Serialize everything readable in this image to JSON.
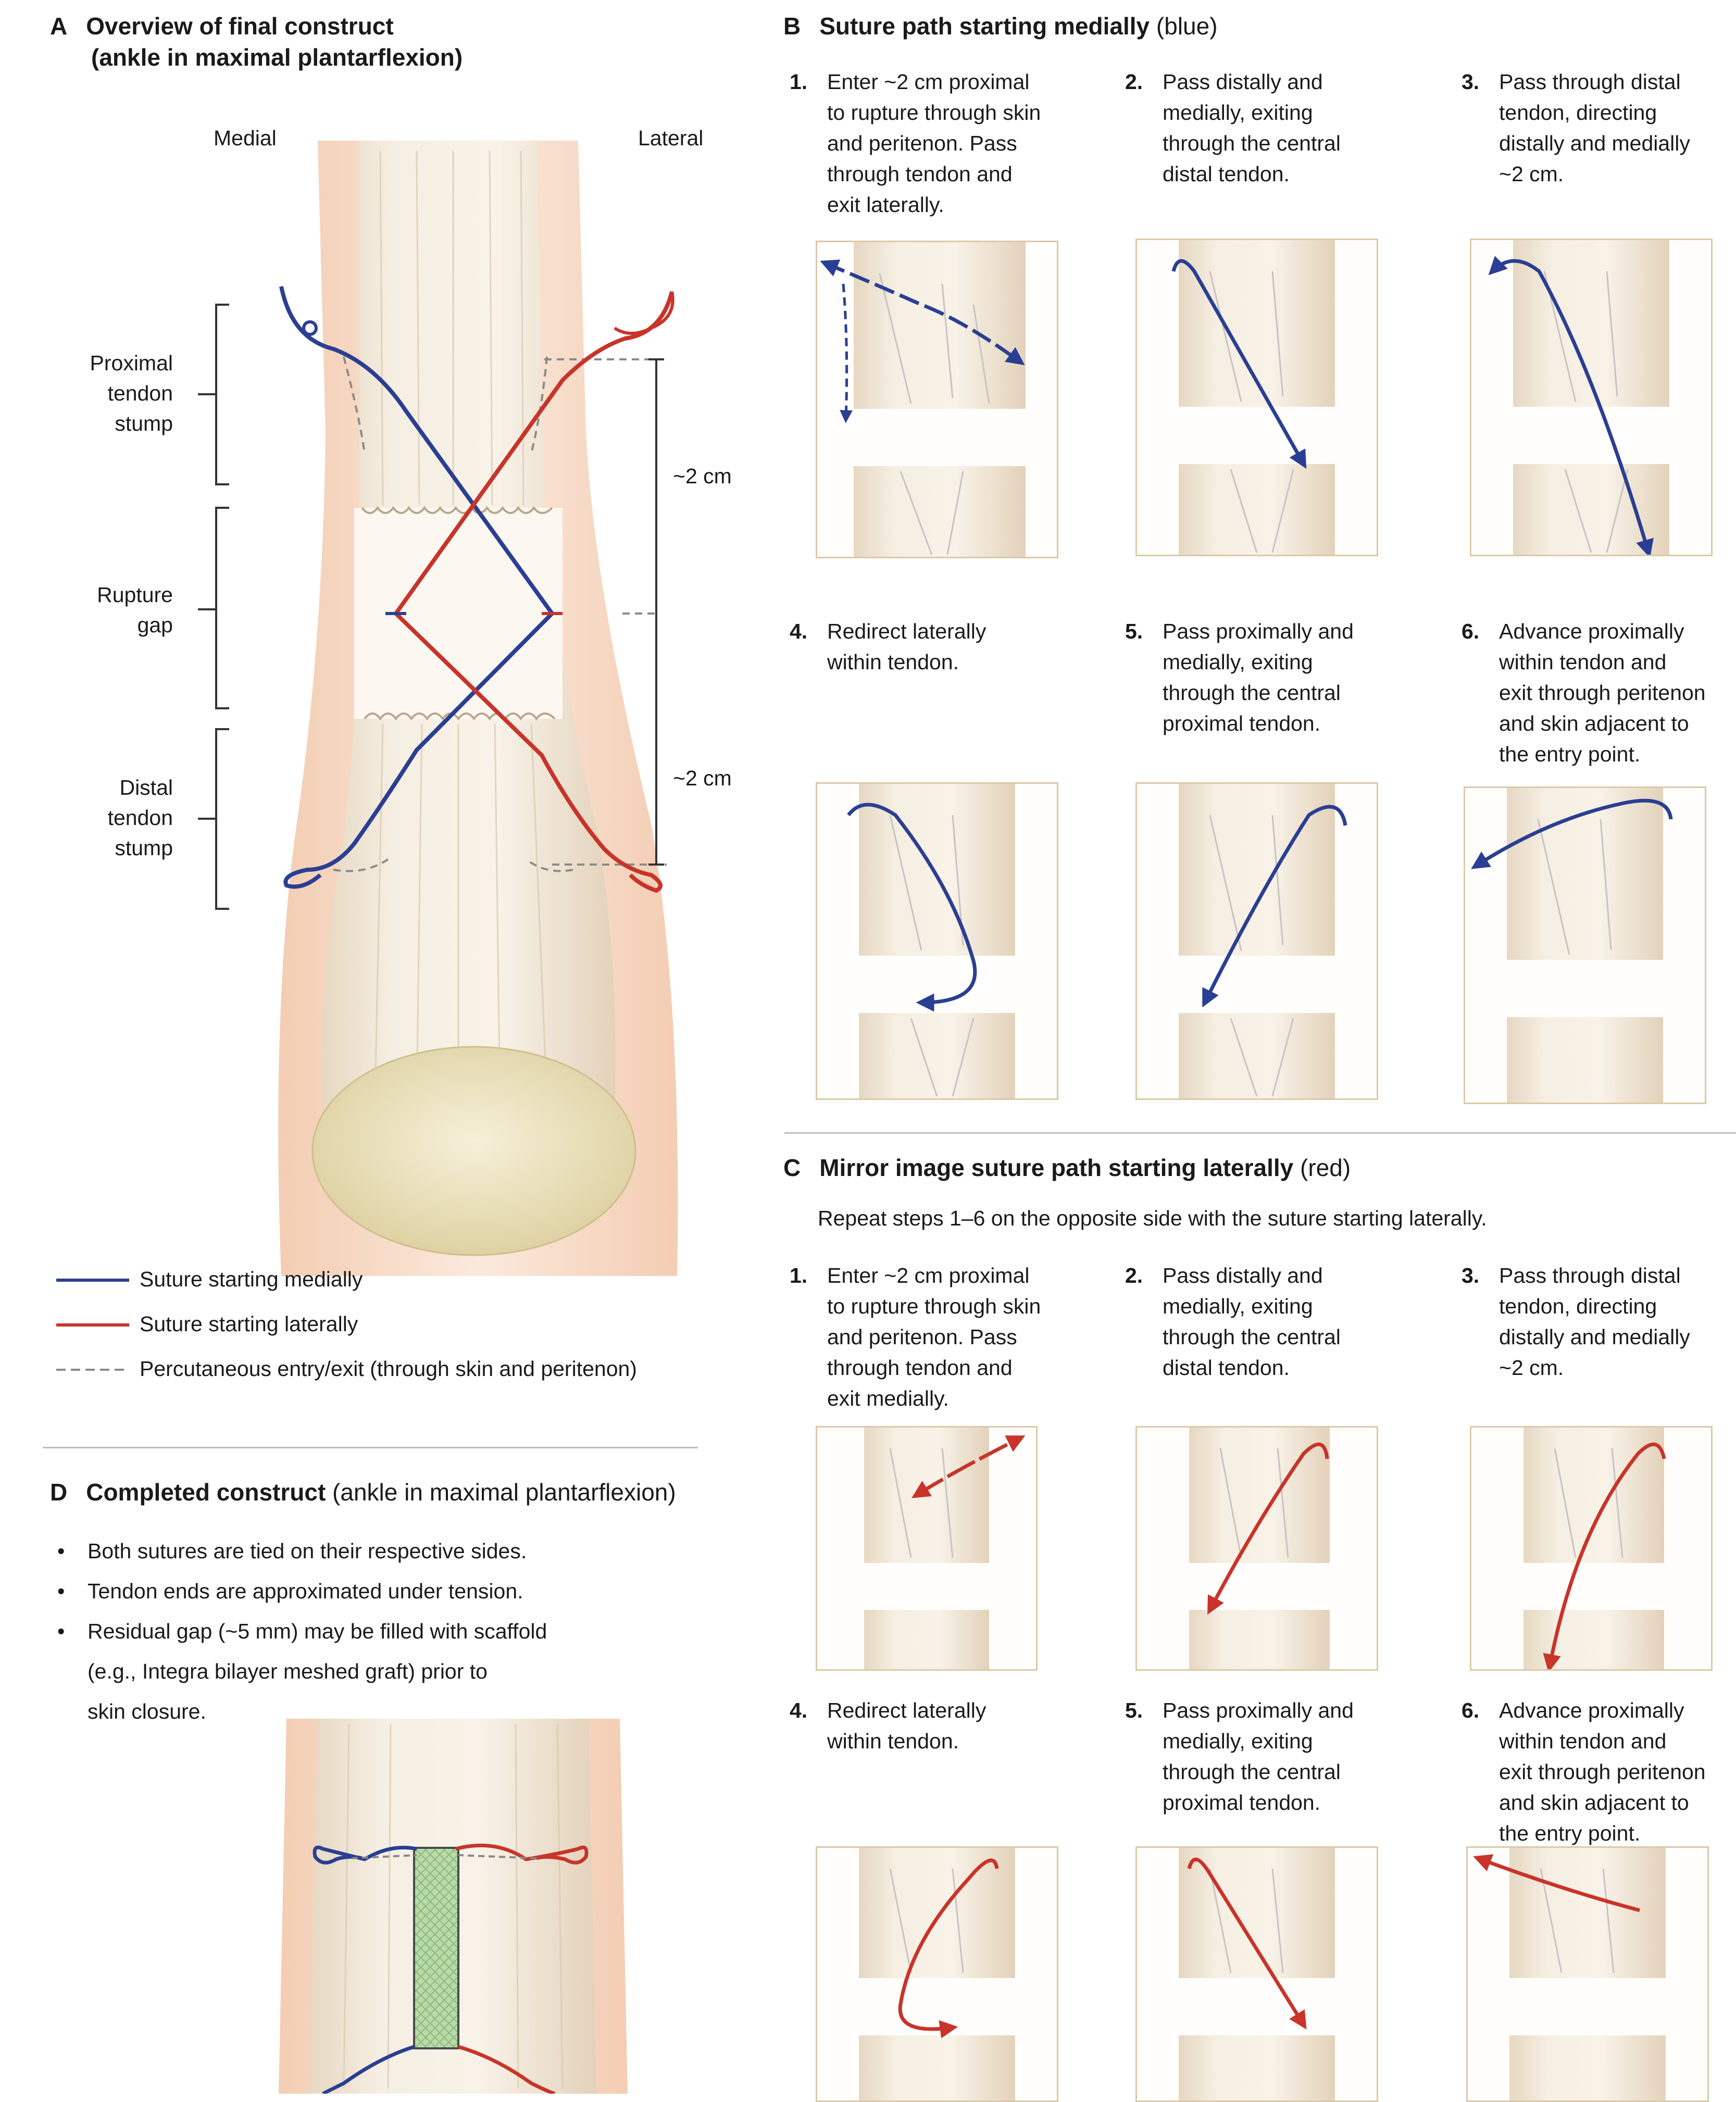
{
  "colors": {
    "blue_suture": "#2a3f93",
    "red_suture": "#c8342a",
    "tendon": "#f1e6d6",
    "skin": "#efc5a8",
    "calcaneus": "#ede3bf",
    "panel_border": "#dcc9a8",
    "scaffold": "#a9d69a"
  },
  "A": {
    "letter": "A",
    "title_line1": "Overview of final construct",
    "title_line2": "(ankle in maximal plantarflexion)",
    "medial": "Medial",
    "lateral": "Lateral",
    "proximal_l1": "Proximal",
    "proximal_l2": "tendon",
    "proximal_l3": "stump",
    "rupture_l1": "Rupture",
    "rupture_l2": "gap",
    "distal_l1": "Distal",
    "distal_l2": "tendon",
    "distal_l3": "stump",
    "dim_upper": "~2 cm",
    "dim_lower": "~2 cm"
  },
  "legend": [
    {
      "label": "Suture starting medially",
      "style": "blue-solid"
    },
    {
      "label": "Suture starting laterally",
      "style": "red-solid"
    },
    {
      "label": "Percutaneous entry/exit (through skin and peritenon)",
      "style": "gray-dashed"
    }
  ],
  "D": {
    "letter": "D",
    "title_bold": "Completed construct",
    "title_rest": " (ankle in maximal plantarflexion)",
    "bullet_symbol": "•",
    "b1": "Both sutures are tied on their respective sides.",
    "b2": "Tendon ends are approximated under tension.",
    "b3_l1": "Residual gap (~5 mm) may be filled with scaffold",
    "b3_l2": "(e.g., Integra bilayer meshed graft) prior to",
    "b3_l3": "skin closure."
  },
  "B": {
    "letter": "B",
    "title_bold": "Suture path starting medially",
    "title_rest": " (blue)",
    "steps": [
      {
        "num": "1.",
        "lines": [
          "Enter ~2 cm proximal",
          "to rupture through skin",
          "and peritenon. Pass",
          "through tendon and",
          "exit laterally."
        ]
      },
      {
        "num": "2.",
        "lines": [
          "Pass distally and",
          "medially, exiting",
          "through the central",
          "distal tendon."
        ]
      },
      {
        "num": "3.",
        "lines": [
          "Pass through distal",
          "tendon, directing",
          "distally and medially",
          "~2 cm."
        ]
      },
      {
        "num": "4.",
        "lines": [
          "Redirect laterally",
          "within tendon."
        ]
      },
      {
        "num": "5.",
        "lines": [
          "Pass proximally and",
          "medially, exiting",
          "through the central",
          "proximal tendon."
        ]
      },
      {
        "num": "6.",
        "lines": [
          "Advance proximally",
          "within tendon and",
          "exit through peritenon",
          "and skin adjacent to",
          "the entry point."
        ]
      }
    ]
  },
  "C": {
    "letter": "C",
    "title_bold": "Mirror image suture path starting laterally",
    "title_rest": " (red)",
    "subtitle": "Repeat steps 1–6 on the opposite side with the suture starting laterally.",
    "steps": [
      {
        "num": "1.",
        "lines": [
          "Enter ~2 cm proximal",
          "to rupture through skin",
          "and peritenon. Pass",
          "through tendon and",
          "exit medially."
        ]
      },
      {
        "num": "2.",
        "lines": [
          "Pass distally and",
          "medially, exiting",
          "through the central",
          "distal tendon."
        ]
      },
      {
        "num": "3.",
        "lines": [
          "Pass through distal",
          "tendon, directing",
          "distally and medially",
          "~2 cm."
        ]
      },
      {
        "num": "4.",
        "lines": [
          "Redirect laterally",
          "within tendon."
        ]
      },
      {
        "num": "5.",
        "lines": [
          "Pass proximally and",
          "medially, exiting",
          "through the central",
          "proximal tendon."
        ]
      },
      {
        "num": "6.",
        "lines": [
          "Advance proximally",
          "within tendon and",
          "exit through peritenon",
          "and skin adjacent to",
          "the entry point."
        ]
      }
    ]
  }
}
